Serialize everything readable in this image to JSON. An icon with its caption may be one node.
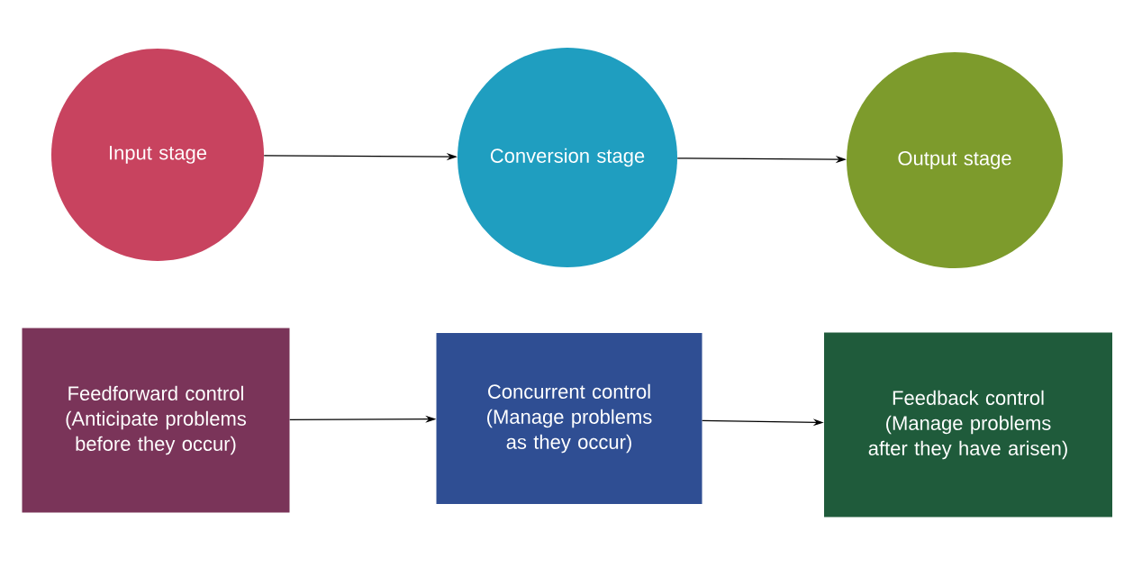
{
  "diagram": {
    "nodes": [
      {
        "text": [
          "Input stage"
        ]
      },
      {
        "text": [
          "Conversion stage"
        ]
      },
      {
        "text": [
          "Output stage"
        ]
      },
      {
        "text": [
          "Feedforward control (Anticipate problems before they occur)"
        ]
      },
      {
        "text": [
          "Concurrent control (Manage problems as they occur)"
        ]
      },
      {
        "text": [
          "Feedback control (Manage problems after they have arisen)"
        ]
      }
    ],
    "edges": [
      {
        "from": 0,
        "to": 1,
        "arrow": "to"
      },
      {
        "from": 1,
        "to": 2,
        "arrow": "to"
      },
      {
        "from": 3,
        "to": 4,
        "arrow": "to"
      },
      {
        "from": 4,
        "to": 5,
        "arrow": "to"
      }
    ]
  }
}
